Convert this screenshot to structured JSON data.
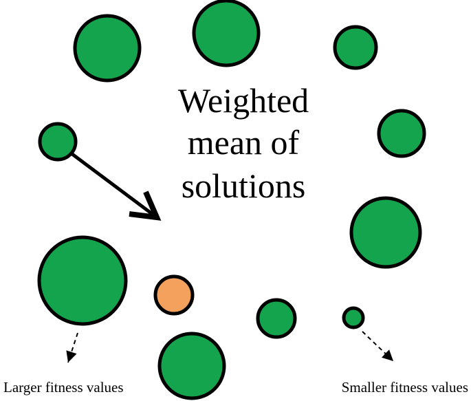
{
  "diagram": {
    "title_lines": [
      "Weighted",
      "mean of",
      "solutions"
    ],
    "label_left": "Larger fitness values",
    "label_right": "Smaller fitness values",
    "colors": {
      "solution": "#14a44d",
      "mean": "#f4a15d",
      "stroke": "#000000",
      "background": "#ffffff"
    },
    "icons": {
      "solution": "green-circle-icon",
      "mean": "orange-circle-icon",
      "arrow": "arrow-icon",
      "dashed_arrow": "dashed-arrow-icon"
    }
  }
}
